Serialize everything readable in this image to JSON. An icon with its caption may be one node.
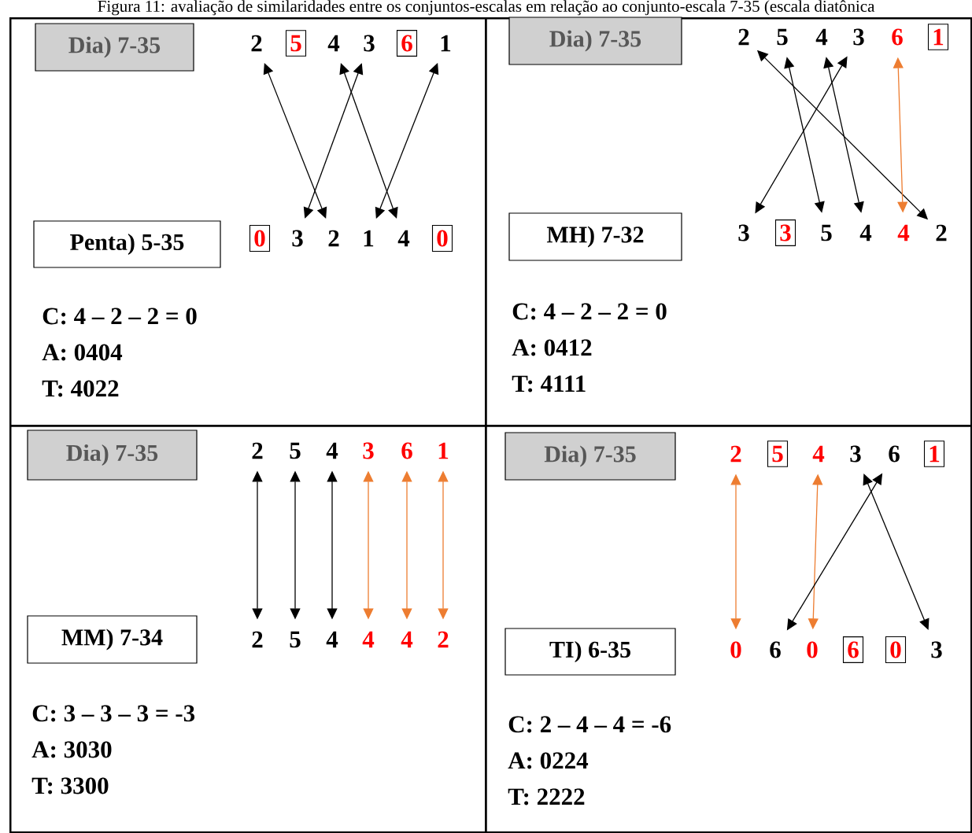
{
  "diagram": {
    "caption": "Figura 11: avaliação de similaridades entre os conjuntos-escalas em relação ao conjunto-escala 7-35 (escala diatônica",
    "nodes": [
      {
        "text": [
          "C: 4 – 2 – 2 = 0",
          "A: 0404",
          "T: 4022"
        ]
      },
      {
        "text": [
          "Dia) 7-35"
        ],
        "in": 0
      },
      {
        "text": [
          "2"
        ],
        "in": 0
      },
      {
        "text": [
          "5"
        ],
        "in": 0
      },
      {
        "text": [
          "4"
        ],
        "in": 0
      },
      {
        "text": [
          "3"
        ],
        "in": 0
      },
      {
        "text": [
          "6"
        ],
        "in": 0
      },
      {
        "text": [
          "1"
        ],
        "in": 0
      },
      {
        "text": [
          "Penta) 5-35"
        ],
        "in": 0
      },
      {
        "text": [
          "0"
        ],
        "in": 0
      },
      {
        "text": [
          "3"
        ],
        "in": 0
      },
      {
        "text": [
          "2"
        ],
        "in": 0
      },
      {
        "text": [
          "1"
        ],
        "in": 0
      },
      {
        "text": [
          "4"
        ],
        "in": 0
      },
      {
        "text": [
          "0"
        ],
        "in": 0
      },
      {
        "text": [
          "C: 4 – 2 – 2 = 0",
          "A: 0412",
          "T: 4111"
        ]
      },
      {
        "text": [
          "Dia) 7-35"
        ],
        "in": 15
      },
      {
        "text": [
          "2"
        ],
        "in": 15
      },
      {
        "text": [
          "5"
        ],
        "in": 15
      },
      {
        "text": [
          "4"
        ],
        "in": 15
      },
      {
        "text": [
          "3"
        ],
        "in": 15
      },
      {
        "text": [
          "6"
        ],
        "in": 15
      },
      {
        "text": [
          "1"
        ],
        "in": 15
      },
      {
        "text": [
          "MH) 7-32"
        ],
        "in": 15
      },
      {
        "text": [
          "3"
        ],
        "in": 15
      },
      {
        "text": [
          "3"
        ],
        "in": 15
      },
      {
        "text": [
          "5"
        ],
        "in": 15
      },
      {
        "text": [
          "4"
        ],
        "in": 15
      },
      {
        "text": [
          "4"
        ],
        "in": 15
      },
      {
        "text": [
          "2"
        ],
        "in": 15
      },
      {
        "text": [
          "C: 3 – 3 – 3 = -3",
          "A: 3030",
          "T: 3300"
        ]
      },
      {
        "text": [
          "Dia) 7-35"
        ],
        "in": 30
      },
      {
        "text": [
          "2"
        ],
        "in": 30
      },
      {
        "text": [
          "5"
        ],
        "in": 30
      },
      {
        "text": [
          "4"
        ],
        "in": 30
      },
      {
        "text": [
          "3"
        ],
        "in": 30
      },
      {
        "text": [
          "6"
        ],
        "in": 30
      },
      {
        "text": [
          "1"
        ],
        "in": 30
      },
      {
        "text": [
          "MM) 7-34"
        ],
        "in": 30
      },
      {
        "text": [
          "2"
        ],
        "in": 30
      },
      {
        "text": [
          "5"
        ],
        "in": 30
      },
      {
        "text": [
          "4"
        ],
        "in": 30
      },
      {
        "text": [
          "4"
        ],
        "in": 30
      },
      {
        "text": [
          "4"
        ],
        "in": 30
      },
      {
        "text": [
          "2"
        ],
        "in": 30
      },
      {
        "text": [
          "C: 2 – 4 – 4 = -6",
          "A: 0224",
          "T: 2222"
        ]
      },
      {
        "text": [
          "Dia) 7-35"
        ],
        "in": 45
      },
      {
        "text": [
          "2"
        ],
        "in": 45
      },
      {
        "text": [
          "5"
        ],
        "in": 45
      },
      {
        "text": [
          "4"
        ],
        "in": 45
      },
      {
        "text": [
          "3"
        ],
        "in": 45
      },
      {
        "text": [
          "6"
        ],
        "in": 45
      },
      {
        "text": [
          "1"
        ],
        "in": 45
      },
      {
        "text": [
          "TI) 6-35"
        ],
        "in": 45
      },
      {
        "text": [
          "0"
        ],
        "in": 45
      },
      {
        "text": [
          "6"
        ],
        "in": 45
      },
      {
        "text": [
          "0"
        ],
        "in": 45
      },
      {
        "text": [
          "6"
        ],
        "in": 45
      },
      {
        "text": [
          "0"
        ],
        "in": 45
      },
      {
        "text": [
          "3"
        ],
        "in": 45
      }
    ],
    "edges": [
      {
        "from": 2,
        "to": 11,
        "arrow": "both"
      },
      {
        "from": 4,
        "to": 13,
        "arrow": "both"
      },
      {
        "from": 5,
        "to": 10,
        "arrow": "both"
      },
      {
        "from": 7,
        "to": 12,
        "arrow": "both"
      },
      {
        "from": 17,
        "to": 29,
        "arrow": "both"
      },
      {
        "from": 18,
        "to": 26,
        "arrow": "both"
      },
      {
        "from": 19,
        "to": 27,
        "arrow": "both"
      },
      {
        "from": 20,
        "to": 24,
        "arrow": "both"
      },
      {
        "from": 21,
        "to": 28,
        "arrow": "both",
        "color": "#ed7d31"
      },
      {
        "from": 32,
        "to": 39,
        "arrow": "both"
      },
      {
        "from": 33,
        "to": 40,
        "arrow": "both"
      },
      {
        "from": 34,
        "to": 41,
        "arrow": "both"
      },
      {
        "from": 35,
        "to": 42,
        "arrow": "both",
        "color": "#ed7d31"
      },
      {
        "from": 36,
        "to": 43,
        "arrow": "both",
        "color": "#ed7d31"
      },
      {
        "from": 37,
        "to": 44,
        "arrow": "both",
        "color": "#ed7d31"
      },
      {
        "from": 47,
        "to": 54,
        "arrow": "both",
        "color": "#ed7d31"
      },
      {
        "from": 49,
        "to": 56,
        "arrow": "both",
        "color": "#ed7d31"
      },
      {
        "from": 50,
        "to": 59,
        "arrow": "both"
      },
      {
        "from": 51,
        "to": 55,
        "arrow": "both"
      }
    ]
  }
}
